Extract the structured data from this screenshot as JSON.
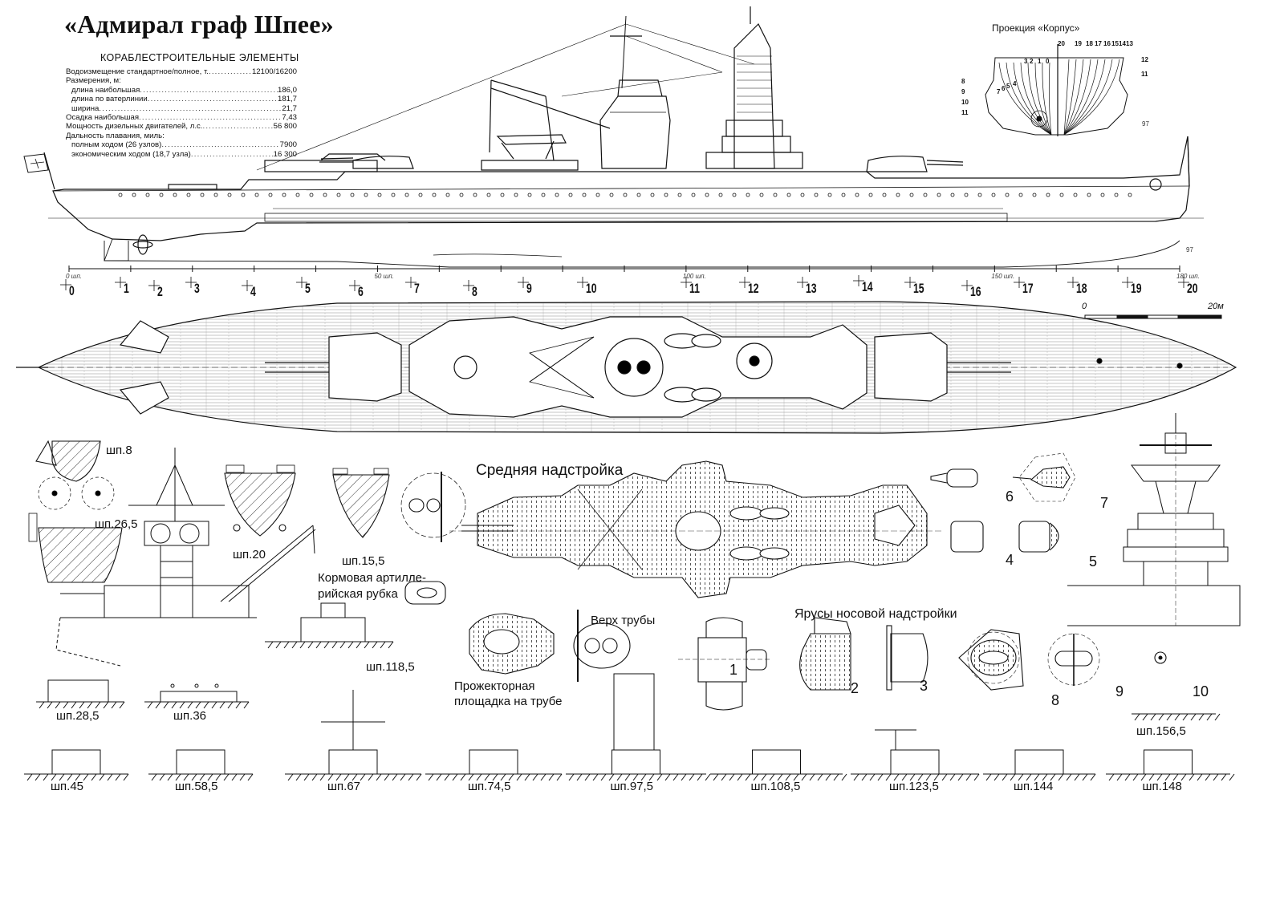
{
  "title": "«Адмирал граф Шпее»",
  "specs": {
    "heading": "КОРАБЛЕСТРОИТЕЛЬНЫЕ ЭЛЕМЕНТЫ",
    "rows": [
      {
        "label": "Водоизмещение стандартное/полное, т.",
        "value": "12100/16200",
        "indent": false
      },
      {
        "label": "Размерения, м:",
        "value": "",
        "indent": false,
        "head": true
      },
      {
        "label": "длина наибольшая",
        "value": "186,0",
        "indent": true
      },
      {
        "label": "длина по ватерлинии",
        "value": "181,7",
        "indent": true
      },
      {
        "label": "ширина",
        "value": "21,7",
        "indent": true
      },
      {
        "label": "Осадка наибольшая",
        "value": "7,43",
        "indent": false
      },
      {
        "label": "Мощность дизельных двигателей, л.с.",
        "value": "56 800",
        "indent": false
      },
      {
        "label": "Дальность плавания, миль:",
        "value": "",
        "indent": false,
        "head": true
      },
      {
        "label": "полным ходом (26 узлов)",
        "value": "7900",
        "indent": true
      },
      {
        "label": "экономическим ходом (18,7 узла)",
        "value": "16 300",
        "indent": true
      }
    ]
  },
  "body_plan": {
    "title": "Проекция «Корпус»",
    "left_numbers": [
      "8",
      "9",
      "10",
      "11"
    ],
    "inner_left_numbers": [
      "3",
      "2",
      "1",
      "0",
      "4",
      "5",
      "6",
      "7"
    ],
    "top_numbers": [
      "20",
      "19",
      "18",
      "17",
      "16",
      "15",
      "14",
      "13"
    ],
    "right_numbers": [
      "12",
      "11"
    ],
    "signature": "97"
  },
  "profile": {
    "frame_scale_labels": [
      "0 шп.",
      "50 шп.",
      "100 шп.",
      "150 шп.",
      "180 шп."
    ],
    "signature": "97"
  },
  "stations": [
    "0",
    "1",
    "2",
    "3",
    "4",
    "5",
    "6",
    "7",
    "8",
    "9",
    "10",
    "11",
    "12",
    "13",
    "14",
    "15",
    "16",
    "17",
    "18",
    "19",
    "20"
  ],
  "scale_bar": {
    "start": "0",
    "end": "20м"
  },
  "sections": {
    "frame_8": "шп.8",
    "frame_26_5": "шп.26,5",
    "frame_20": "шп.20",
    "frame_15_5": "шп.15,5",
    "aft_control": "Кормовая артилле-\nрийская рубка",
    "aft_control_line1": "Кормовая артилле-",
    "aft_control_line2": "рийская рубка",
    "frame_118_5": "шп.118,5",
    "frame_28_5": "шп.28,5",
    "frame_36": "шп.36",
    "frame_156_5": "шп.156,5"
  },
  "midship": {
    "title": "Средняя надстройка",
    "funnel_top": "Верх трубы",
    "searchlight_line1": "Прожекторная",
    "searchlight_line2": "площадка на трубе"
  },
  "fwd_tiers": {
    "title": "Ярусы носовой надстройки",
    "numbers": [
      "1",
      "2",
      "3",
      "4",
      "5",
      "6",
      "7",
      "8",
      "9",
      "10"
    ]
  },
  "bottom_row": [
    "шп.45",
    "шп.58,5",
    "шп.67",
    "шп.74,5",
    "шп.97,5",
    "шп.108,5",
    "шп.123,5",
    "шп.144",
    "шп.148"
  ],
  "colors": {
    "ink": "#111111",
    "paper": "#ffffff",
    "deck_hatch": "#9a9a9a"
  }
}
